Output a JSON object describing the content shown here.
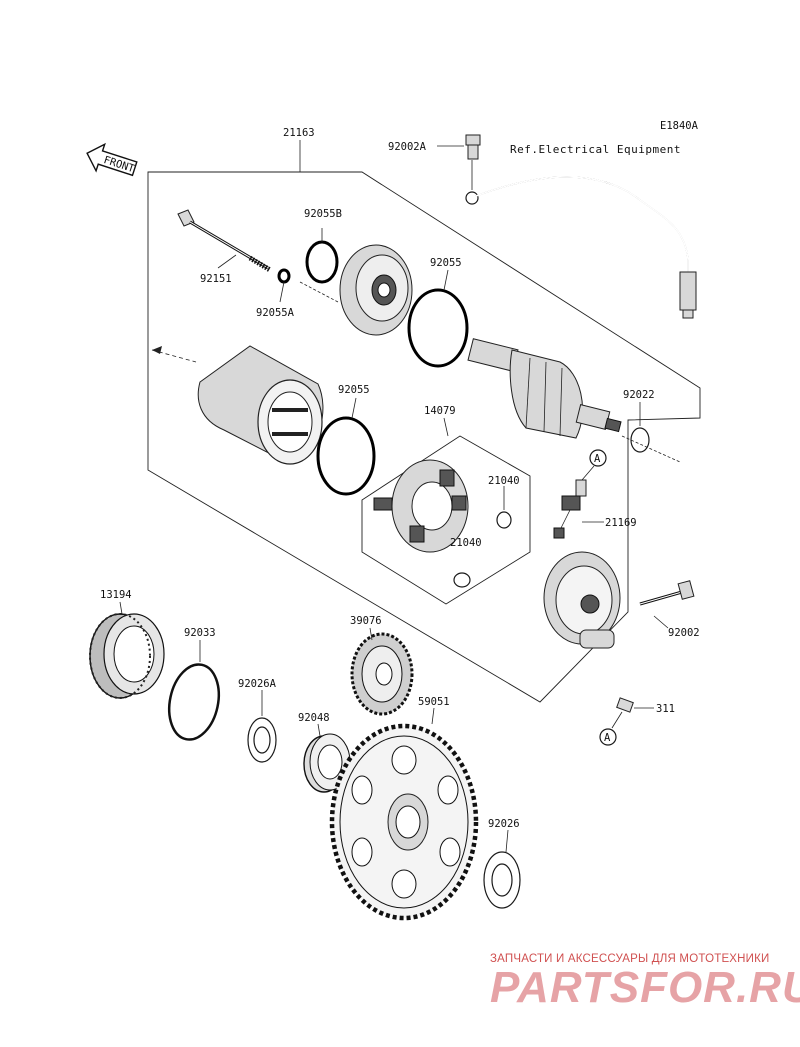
{
  "diagram_code": "E1840A",
  "reference_text": "Ref.Electrical Equipment",
  "front_label": "FRONT",
  "parts": [
    {
      "id": "21163"
    },
    {
      "id": "92002A"
    },
    {
      "id": "92055B"
    },
    {
      "id": "92151"
    },
    {
      "id": "92055A"
    },
    {
      "id": "92055_top"
    },
    {
      "id": "92055_mid"
    },
    {
      "id": "14079"
    },
    {
      "id": "92022"
    },
    {
      "id": "21040_top"
    },
    {
      "id": "21040_bot"
    },
    {
      "id": "21169"
    },
    {
      "id": "92002"
    },
    {
      "id": "13194"
    },
    {
      "id": "92033"
    },
    {
      "id": "39076"
    },
    {
      "id": "92026A"
    },
    {
      "id": "92048"
    },
    {
      "id": "59051"
    },
    {
      "id": "311"
    },
    {
      "id": "92026"
    }
  ],
  "labels": {
    "l21163": "21163",
    "l92002A": "92002A",
    "l92055B": "92055B",
    "l92151": "92151",
    "l92055A": "92055A",
    "l92055a": "92055",
    "l92055b": "92055",
    "l14079": "14079",
    "l92022": "92022",
    "l21040a": "21040",
    "l21040b": "21040",
    "l21169": "21169",
    "l92002": "92002",
    "l13194": "13194",
    "l92033": "92033",
    "l39076": "39076",
    "l92026A": "92026A",
    "l92048": "92048",
    "l59051": "59051",
    "l311": "311",
    "l92026": "92026",
    "markerA1": "A",
    "markerA2": "A"
  },
  "watermark": {
    "top_line": "ЗАПЧАСТИ И АКСЕССУАРЫ ДЛЯ МОТОТЕХНИКИ",
    "brand": "PARTSFOR.RU"
  }
}
